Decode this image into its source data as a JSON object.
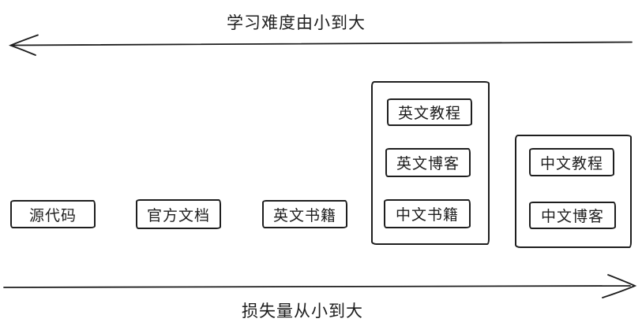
{
  "diagram": {
    "colors": {
      "stroke": "#1e1e1e",
      "background": "#ffffff",
      "text": "#1e1e1e"
    },
    "top_axis": {
      "label": "学习难度由小到大",
      "direction": "left"
    },
    "bottom_axis": {
      "label": "损失量从小到大",
      "direction": "right"
    },
    "boxes": {
      "source_code": "源代码",
      "official_docs": "官方文档",
      "english_books": "英文书籍",
      "english_tutorials": "英文教程",
      "english_blogs": "英文博客",
      "chinese_books": "中文书籍",
      "chinese_tutorials": "中文教程",
      "chinese_blogs": "中文博客"
    }
  }
}
